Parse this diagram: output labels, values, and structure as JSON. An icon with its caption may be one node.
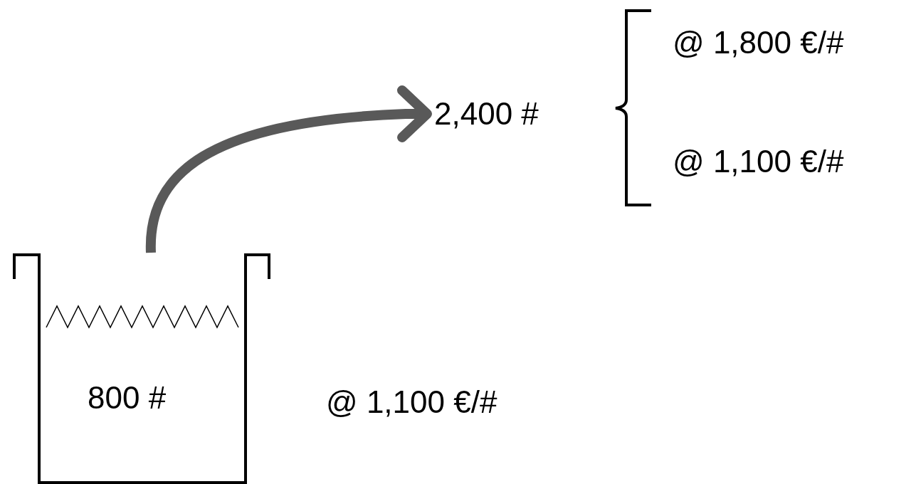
{
  "diagram": {
    "nodes": [
      {
        "text": [
          "800 #"
        ],
        "beside": [
          "@ 1,100 €/#"
        ]
      },
      {
        "text": [
          "2,400 #"
        ]
      }
    ],
    "edges": [
      {
        "from": 0,
        "to": 1,
        "arrow": "to"
      }
    ],
    "labels": [
      "@ 1,800 €/#",
      "@ 1,100 €/#"
    ]
  }
}
